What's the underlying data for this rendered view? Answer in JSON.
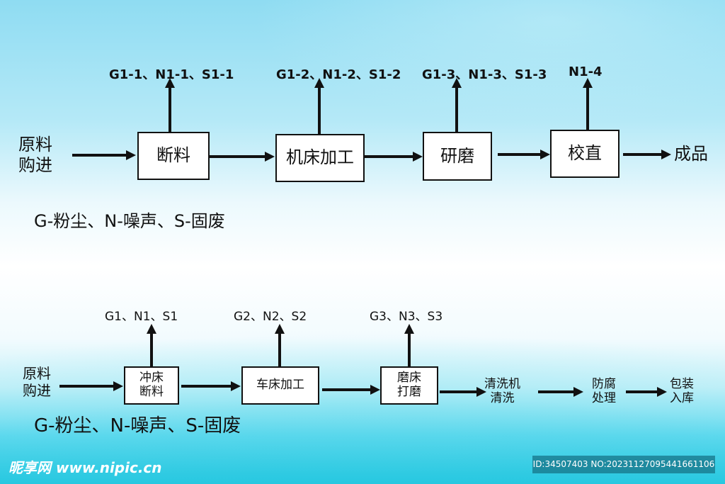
{
  "top": {
    "start": "原料\n购进",
    "boxes": [
      "断料",
      "机床加工",
      "研磨",
      "校直"
    ],
    "end": "成品",
    "emissions": [
      "G1-1、N1-1、S1-1",
      "G1-2、N1-2、S1-2",
      "G1-3、N1-3、S1-3",
      "N1-4"
    ],
    "legend": "G-粉尘、N-噪声、S-固废"
  },
  "bottom": {
    "start": "原料\n购进",
    "boxes": [
      "冲床\n断料",
      "车床加工",
      "磨床\n打磨"
    ],
    "steps": [
      "清洗机\n清洗",
      "防腐\n处理",
      "包装\n入库"
    ],
    "emissions": [
      "G1、N1、S1",
      "G2、N2、S2",
      "G3、N3、S3"
    ],
    "legend": "G-粉尘、N-噪声、S-固废"
  },
  "watermark": {
    "logo": "昵享网 www.nipic.cn",
    "id": "ID:34507403 NO:20231127095441661106"
  }
}
